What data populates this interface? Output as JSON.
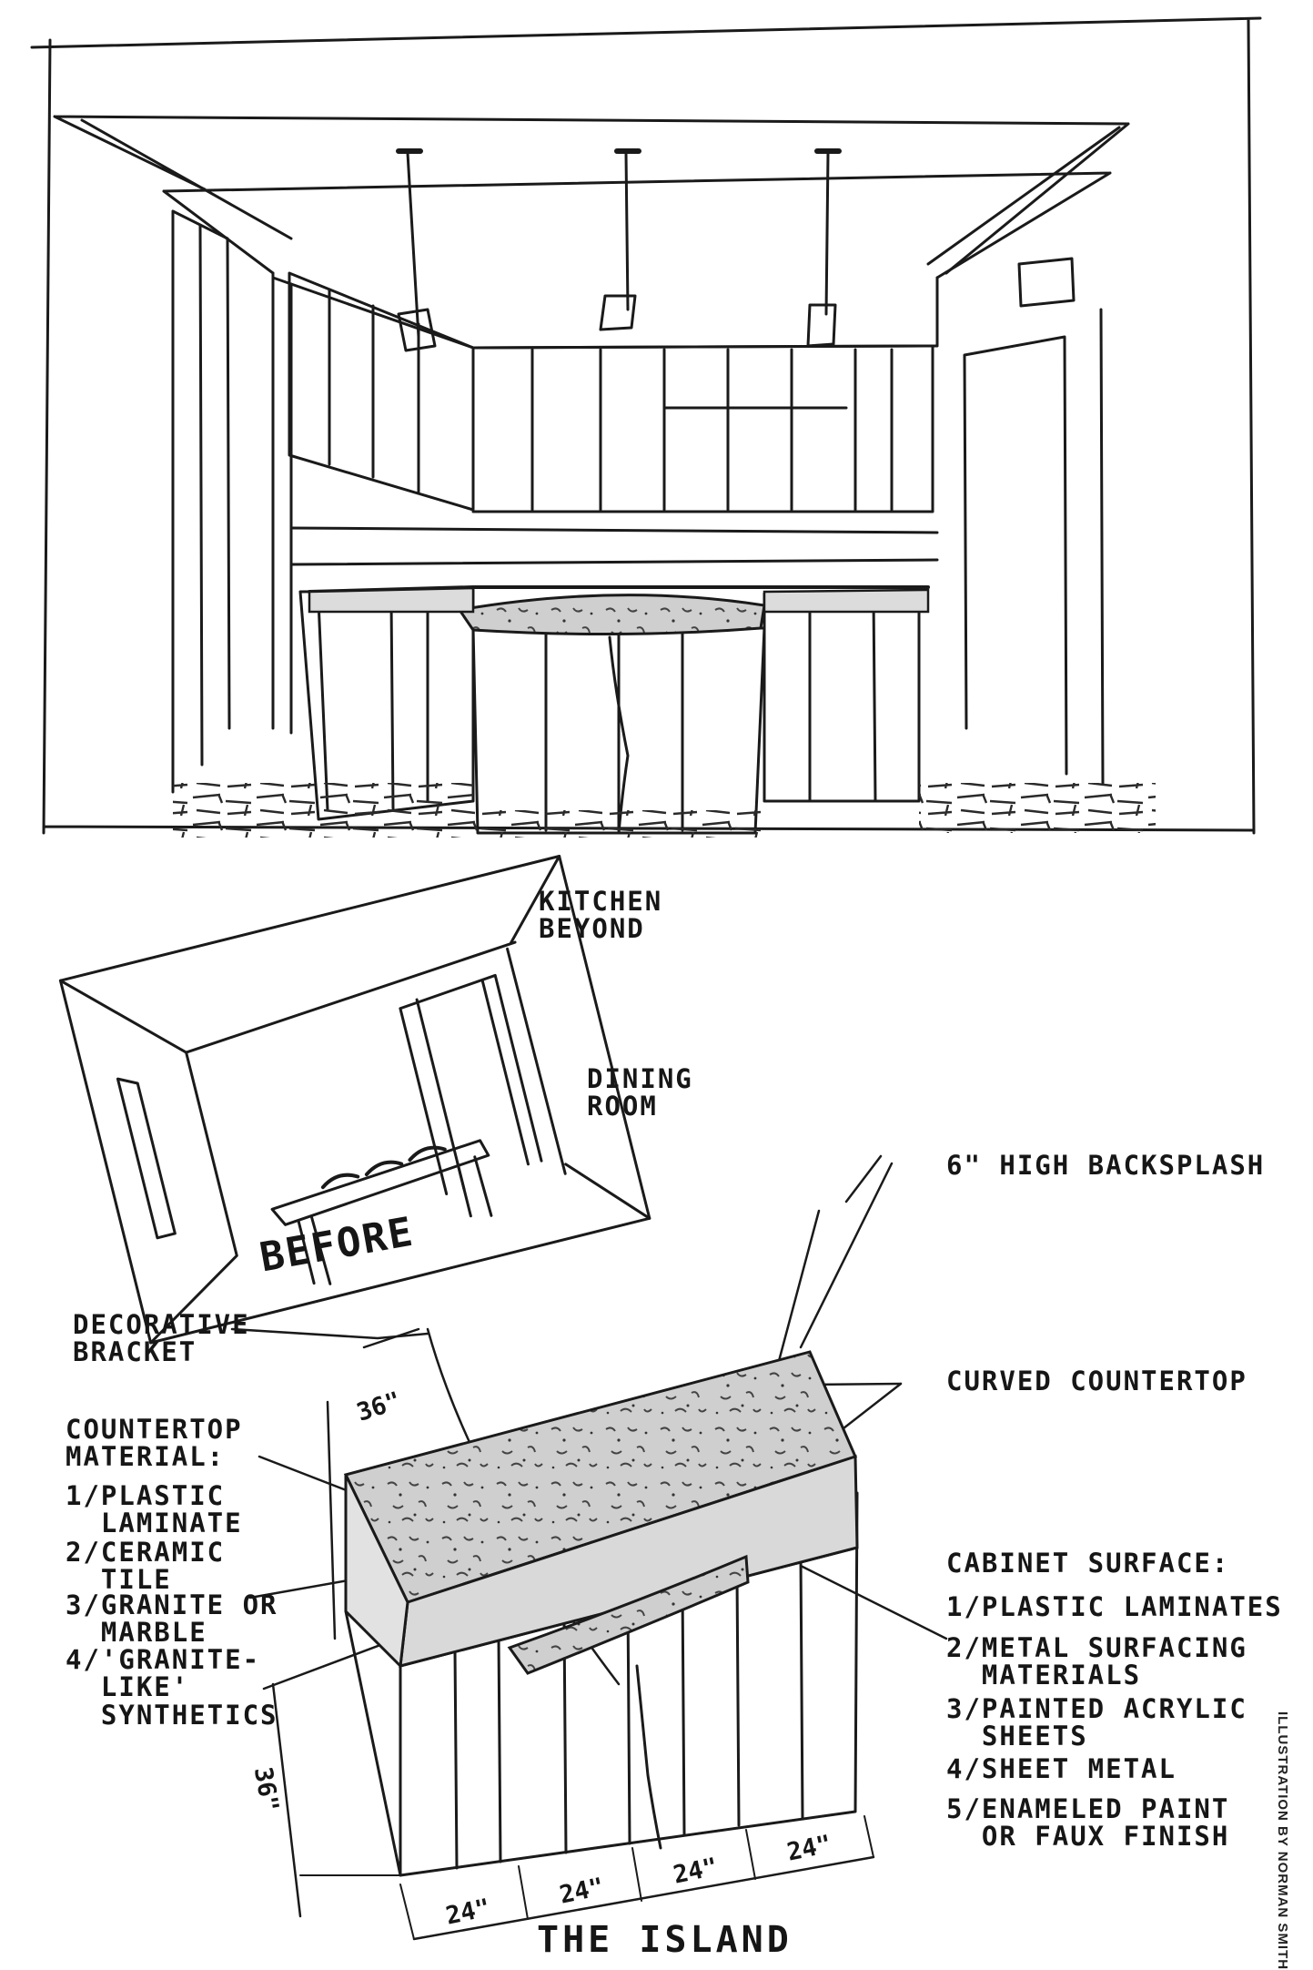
{
  "labels": {
    "kitchen_beyond": "KITCHEN\nBEYOND",
    "dining_room": "DINING\nROOM",
    "before": "BEFORE",
    "backsplash": "6\" HIGH BACKSPLASH",
    "decorative_bracket": "DECORATIVE\nBRACKET",
    "curved_countertop": "CURVED COUNTERTOP",
    "countertop_material_title": "COUNTERTOP\nMATERIAL:",
    "countertop_materials": [
      "1/PLASTIC\n  LAMINATE",
      "2/CERAMIC\n  TILE",
      "3/GRANITE OR\n  MARBLE",
      "4/'GRANITE-\n  LIKE'\n  SYNTHETICS"
    ],
    "cabinet_surface_title": "CABINET SURFACE:",
    "cabinet_surfaces": [
      "1/PLASTIC LAMINATES",
      "2/METAL SURFACING\n  MATERIALS",
      "3/PAINTED ACRYLIC\n  SHEETS",
      "4/SHEET METAL",
      "5/ENAMELED PAINT\n  OR FAUX FINISH"
    ],
    "island_title": "THE ISLAND"
  },
  "dimensions": {
    "depth": "36\"",
    "height": "36\"",
    "widths": [
      "24\"",
      "24\"",
      "24\"",
      "24\""
    ]
  },
  "credit": "ILLUSTRATION BY NORMAN SMITH",
  "colors": {
    "ink": "#1a1a1a",
    "paper": "#ffffff",
    "tone": "#d6d6d6"
  }
}
